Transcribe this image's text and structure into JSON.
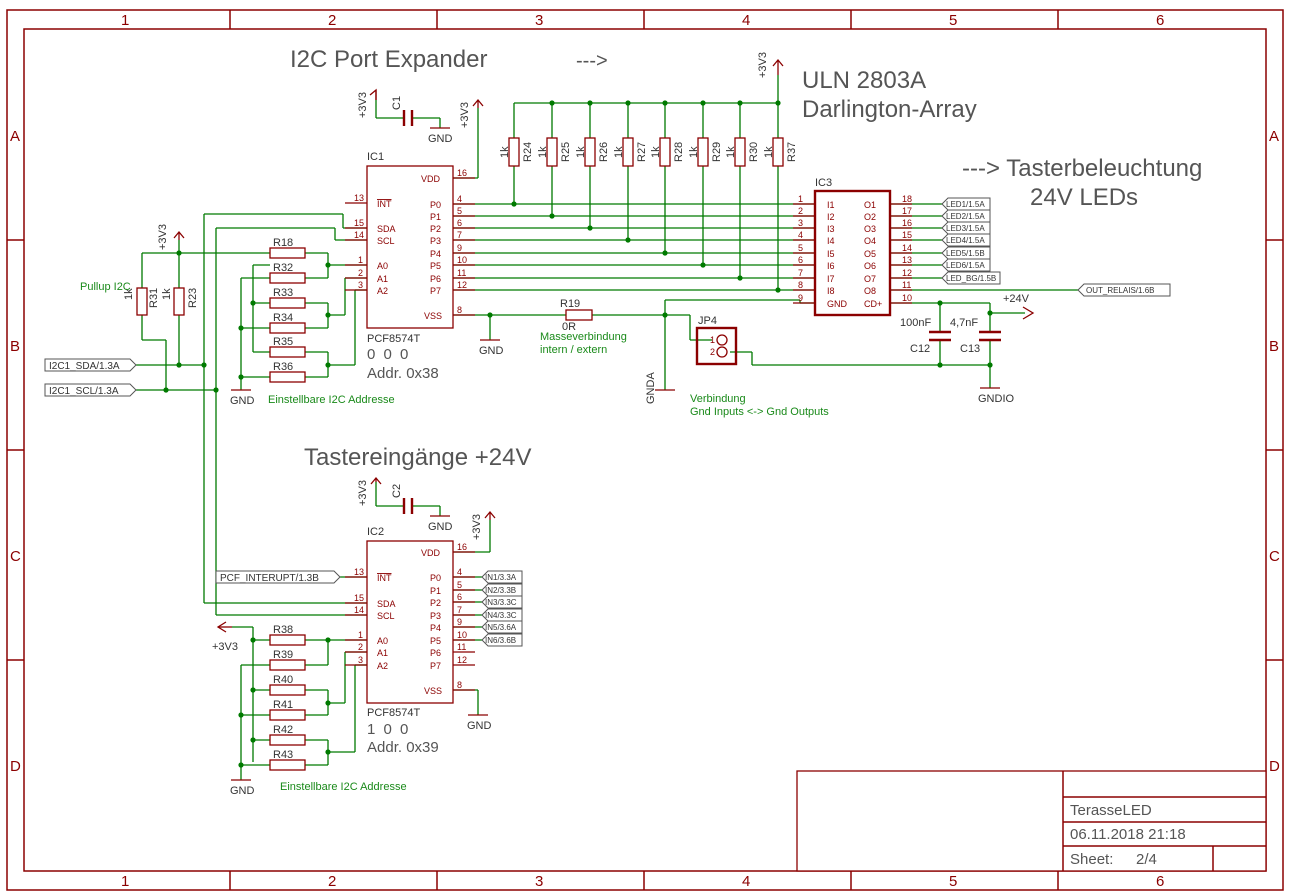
{
  "frame": {
    "columns": [
      "1",
      "2",
      "3",
      "4",
      "5",
      "6"
    ],
    "rows": [
      "A",
      "B",
      "C",
      "D"
    ]
  },
  "headings": {
    "i2c_expander": "I2C Port Expander",
    "arrow1": "--->",
    "uln_line1": "ULN 2803A",
    "uln_line2": "Darlington-Array",
    "taster_line1": "---> Tasterbeleuchtung",
    "taster_line2": "24V  LEDs",
    "inputs": "Tastereingänge +24V"
  },
  "notes": {
    "pullup": "Pullup I2C",
    "addr1": "Einstellbare I2C Addresse",
    "addr2": "Einstellbare I2C Addresse",
    "mass1": "Masseverbindung",
    "mass2": "intern / extern",
    "verb1": "Verbindung",
    "verb2": "Gnd Inputs <-> Gnd Outputs"
  },
  "ic1": {
    "name": "IC1",
    "part": "PCF8574T",
    "bits": "0 0 0",
    "addr": "Addr. 0x38",
    "left_pins": [
      {
        "num": "13",
        "name": "INT"
      },
      {
        "num": "15",
        "name": "SDA"
      },
      {
        "num": "14",
        "name": "SCL"
      },
      {
        "num": "1",
        "name": "A0"
      },
      {
        "num": "2",
        "name": "A1"
      },
      {
        "num": "3",
        "name": "A2"
      }
    ],
    "right_pins": [
      {
        "num": "16",
        "name": "VDD"
      },
      {
        "num": "4",
        "name": "P0"
      },
      {
        "num": "5",
        "name": "P1"
      },
      {
        "num": "6",
        "name": "P2"
      },
      {
        "num": "7",
        "name": "P3"
      },
      {
        "num": "9",
        "name": "P4"
      },
      {
        "num": "10",
        "name": "P5"
      },
      {
        "num": "11",
        "name": "P6"
      },
      {
        "num": "12",
        "name": "P7"
      },
      {
        "num": "8",
        "name": "VSS"
      }
    ]
  },
  "ic2": {
    "name": "IC2",
    "part": "PCF8574T",
    "bits": "1 0 0",
    "addr": "Addr. 0x39",
    "left_pins": [
      {
        "num": "13",
        "name": "INT"
      },
      {
        "num": "15",
        "name": "SDA"
      },
      {
        "num": "14",
        "name": "SCL"
      },
      {
        "num": "1",
        "name": "A0"
      },
      {
        "num": "2",
        "name": "A1"
      },
      {
        "num": "3",
        "name": "A2"
      }
    ],
    "right_pins": [
      {
        "num": "16",
        "name": "VDD"
      },
      {
        "num": "4",
        "name": "P0"
      },
      {
        "num": "5",
        "name": "P1"
      },
      {
        "num": "6",
        "name": "P2"
      },
      {
        "num": "7",
        "name": "P3"
      },
      {
        "num": "9",
        "name": "P4"
      },
      {
        "num": "10",
        "name": "P5"
      },
      {
        "num": "11",
        "name": "P6"
      },
      {
        "num": "12",
        "name": "P7"
      },
      {
        "num": "8",
        "name": "VSS"
      }
    ],
    "outputs": [
      "IN1/3.3A",
      "IN2/3.3B",
      "IN3/3.3C",
      "IN4/3.3C",
      "IN5/3.6A",
      "IN6/3.6B"
    ]
  },
  "ic3": {
    "name": "IC3",
    "left_nums": [
      "1",
      "2",
      "3",
      "4",
      "5",
      "6",
      "7",
      "8",
      "9"
    ],
    "left_names": [
      "I1",
      "I2",
      "I3",
      "I4",
      "I5",
      "I6",
      "I7",
      "I8",
      "GND"
    ],
    "right_nums": [
      "18",
      "17",
      "16",
      "15",
      "14",
      "13",
      "12",
      "11",
      "10"
    ],
    "right_names": [
      "O1",
      "O2",
      "O3",
      "O4",
      "O5",
      "O6",
      "O7",
      "O8",
      "CD+"
    ],
    "outputs": [
      "LED1/1.5A",
      "LED2/1.5A",
      "LED3/1.5A",
      "LED4/1.5A",
      "LED5/1.5B",
      "LED6/1.5A",
      "LED_BG/1.5B",
      "OUT_RELAIS/1.6B"
    ]
  },
  "pullups": [
    "R24",
    "R25",
    "R26",
    "R27",
    "R28",
    "R29",
    "R30",
    "R37"
  ],
  "res_value": "1k",
  "addr_res1": [
    "R18",
    "R32",
    "R33",
    "R34",
    "R35",
    "R36"
  ],
  "addr_res2": [
    "R38",
    "R39",
    "R40",
    "R41",
    "R42",
    "R43"
  ],
  "i2c_pullups": [
    "R31",
    "R23"
  ],
  "r19": {
    "name": "R19",
    "value": "0R"
  },
  "jp4": {
    "name": "JP4",
    "pin1": "1",
    "pin2": "2"
  },
  "caps": {
    "c1": "C1",
    "c2": "C2",
    "c12": "C12",
    "c12v": "100nF",
    "c13": "C13",
    "c13v": "4,7nF"
  },
  "power": {
    "v33": "+3V3",
    "gnd": "GND",
    "gnda": "GNDA",
    "gndio": "GNDIO",
    "v24": "+24V"
  },
  "flags": {
    "sda": "I2C1_SDA/1.3A",
    "scl": "I2C1_SCL/1.3A",
    "int": "PCF_INTERUPT/1.3B"
  },
  "titleblock": {
    "project": "TerasseLED",
    "date": "06.11.2018 21:18",
    "sheet_label": "Sheet:",
    "sheet_value": "2/4"
  },
  "colors": {
    "frame": "#8b0000",
    "wire": "#007a00",
    "note": "#1a8a1a"
  }
}
